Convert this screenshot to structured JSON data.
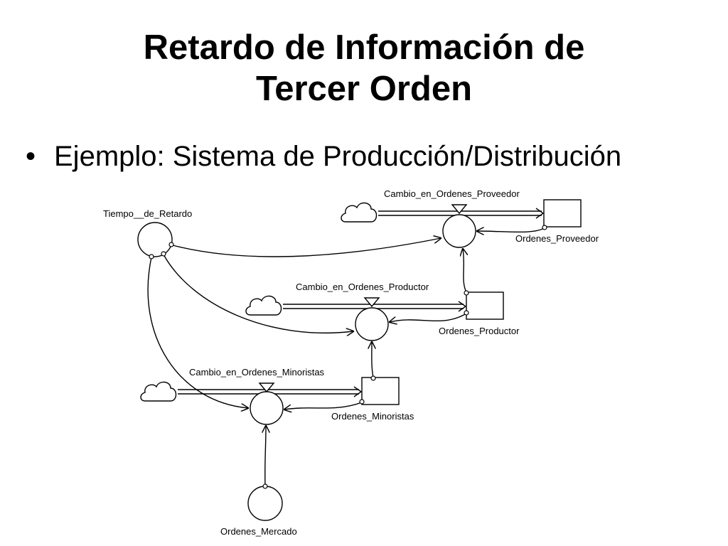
{
  "slide": {
    "title_line1": "Retardo de Información de",
    "title_line2": "Tercer Orden",
    "bullet_glyph": "•",
    "bullet_text": "Ejemplo: Sistema de Producción/Distribución"
  },
  "diagram": {
    "variables": {
      "tiempo_de_retardo": "Tiempo__de_Retardo",
      "ordenes_mercado": "Ordenes_Mercado"
    },
    "flows": {
      "proveedor": "Cambio_en_Ordenes_Proveedor",
      "productor": "Cambio_en_Ordenes_Productor",
      "minoristas": "Cambio_en_Ordenes_Minoristas"
    },
    "stocks": {
      "proveedor": "Ordenes_Proveedor",
      "productor": "Ordenes_Productor",
      "minoristas": "Ordenes_Minoristas"
    },
    "icons": [
      "cloud-source-icon",
      "flow-valve-icon",
      "auxiliary-circle-icon",
      "stock-box-icon"
    ]
  }
}
